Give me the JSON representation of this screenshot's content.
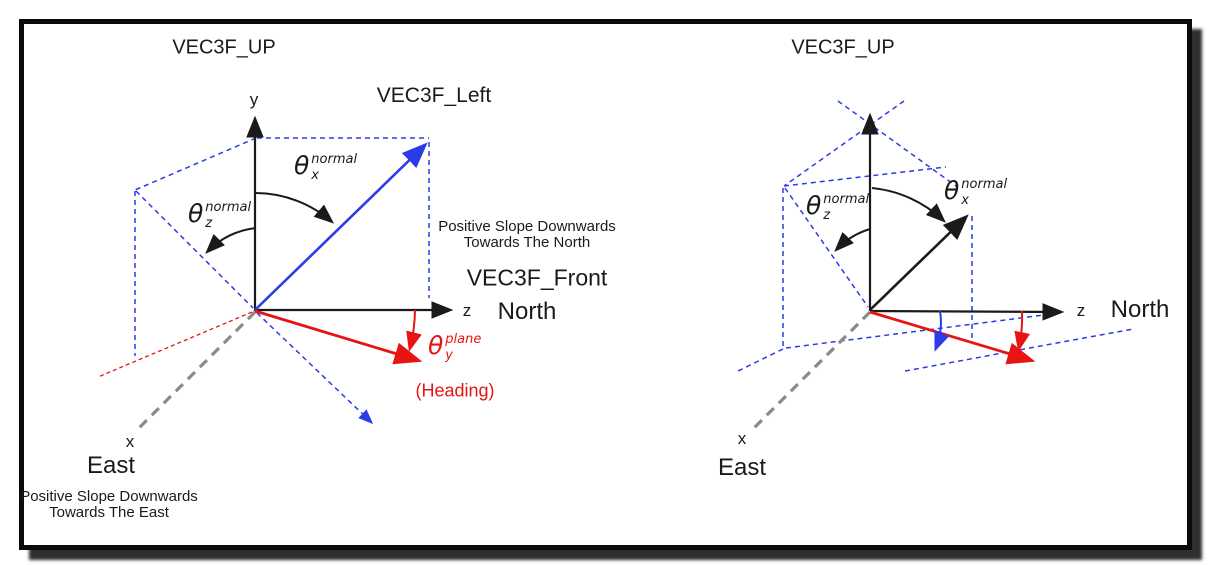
{
  "colors": {
    "blue": "#2B3BE8",
    "red": "#E81414",
    "gray": "#8A8A8A",
    "black": "#1A1A1A"
  },
  "left_diagram": {
    "title": "VEC3F_UP",
    "axis_labels": {
      "y": "y",
      "z": "z",
      "x": "x"
    },
    "direction_labels": {
      "north": "North",
      "east": "East"
    },
    "vector_labels": {
      "left": "VEC3F_Left",
      "front": "VEC3F_Front"
    },
    "captions": {
      "north_slope_line1": "Positive Slope Downwards",
      "north_slope_line2": "Towards The North",
      "east_slope_line1": "Positive Slope Downwards",
      "east_slope_line2": "Towards The East"
    },
    "angles": {
      "theta_x": {
        "theta": "θ",
        "sub": "x",
        "sup": "normal"
      },
      "theta_z": {
        "theta": "θ",
        "sub": "z",
        "sup": "normal"
      },
      "theta_y": {
        "theta": "θ",
        "sub": "y",
        "sup": "plane"
      },
      "heading": "(Heading)"
    }
  },
  "right_diagram": {
    "title": "VEC3F_UP",
    "axis_labels": {
      "z": "z",
      "x": "x"
    },
    "direction_labels": {
      "north": "North",
      "east": "East"
    },
    "angles": {
      "theta_x": {
        "theta": "θ",
        "sub": "x",
        "sup": "normal"
      },
      "theta_z": {
        "theta": "θ",
        "sub": "z",
        "sup": "normal"
      }
    }
  }
}
